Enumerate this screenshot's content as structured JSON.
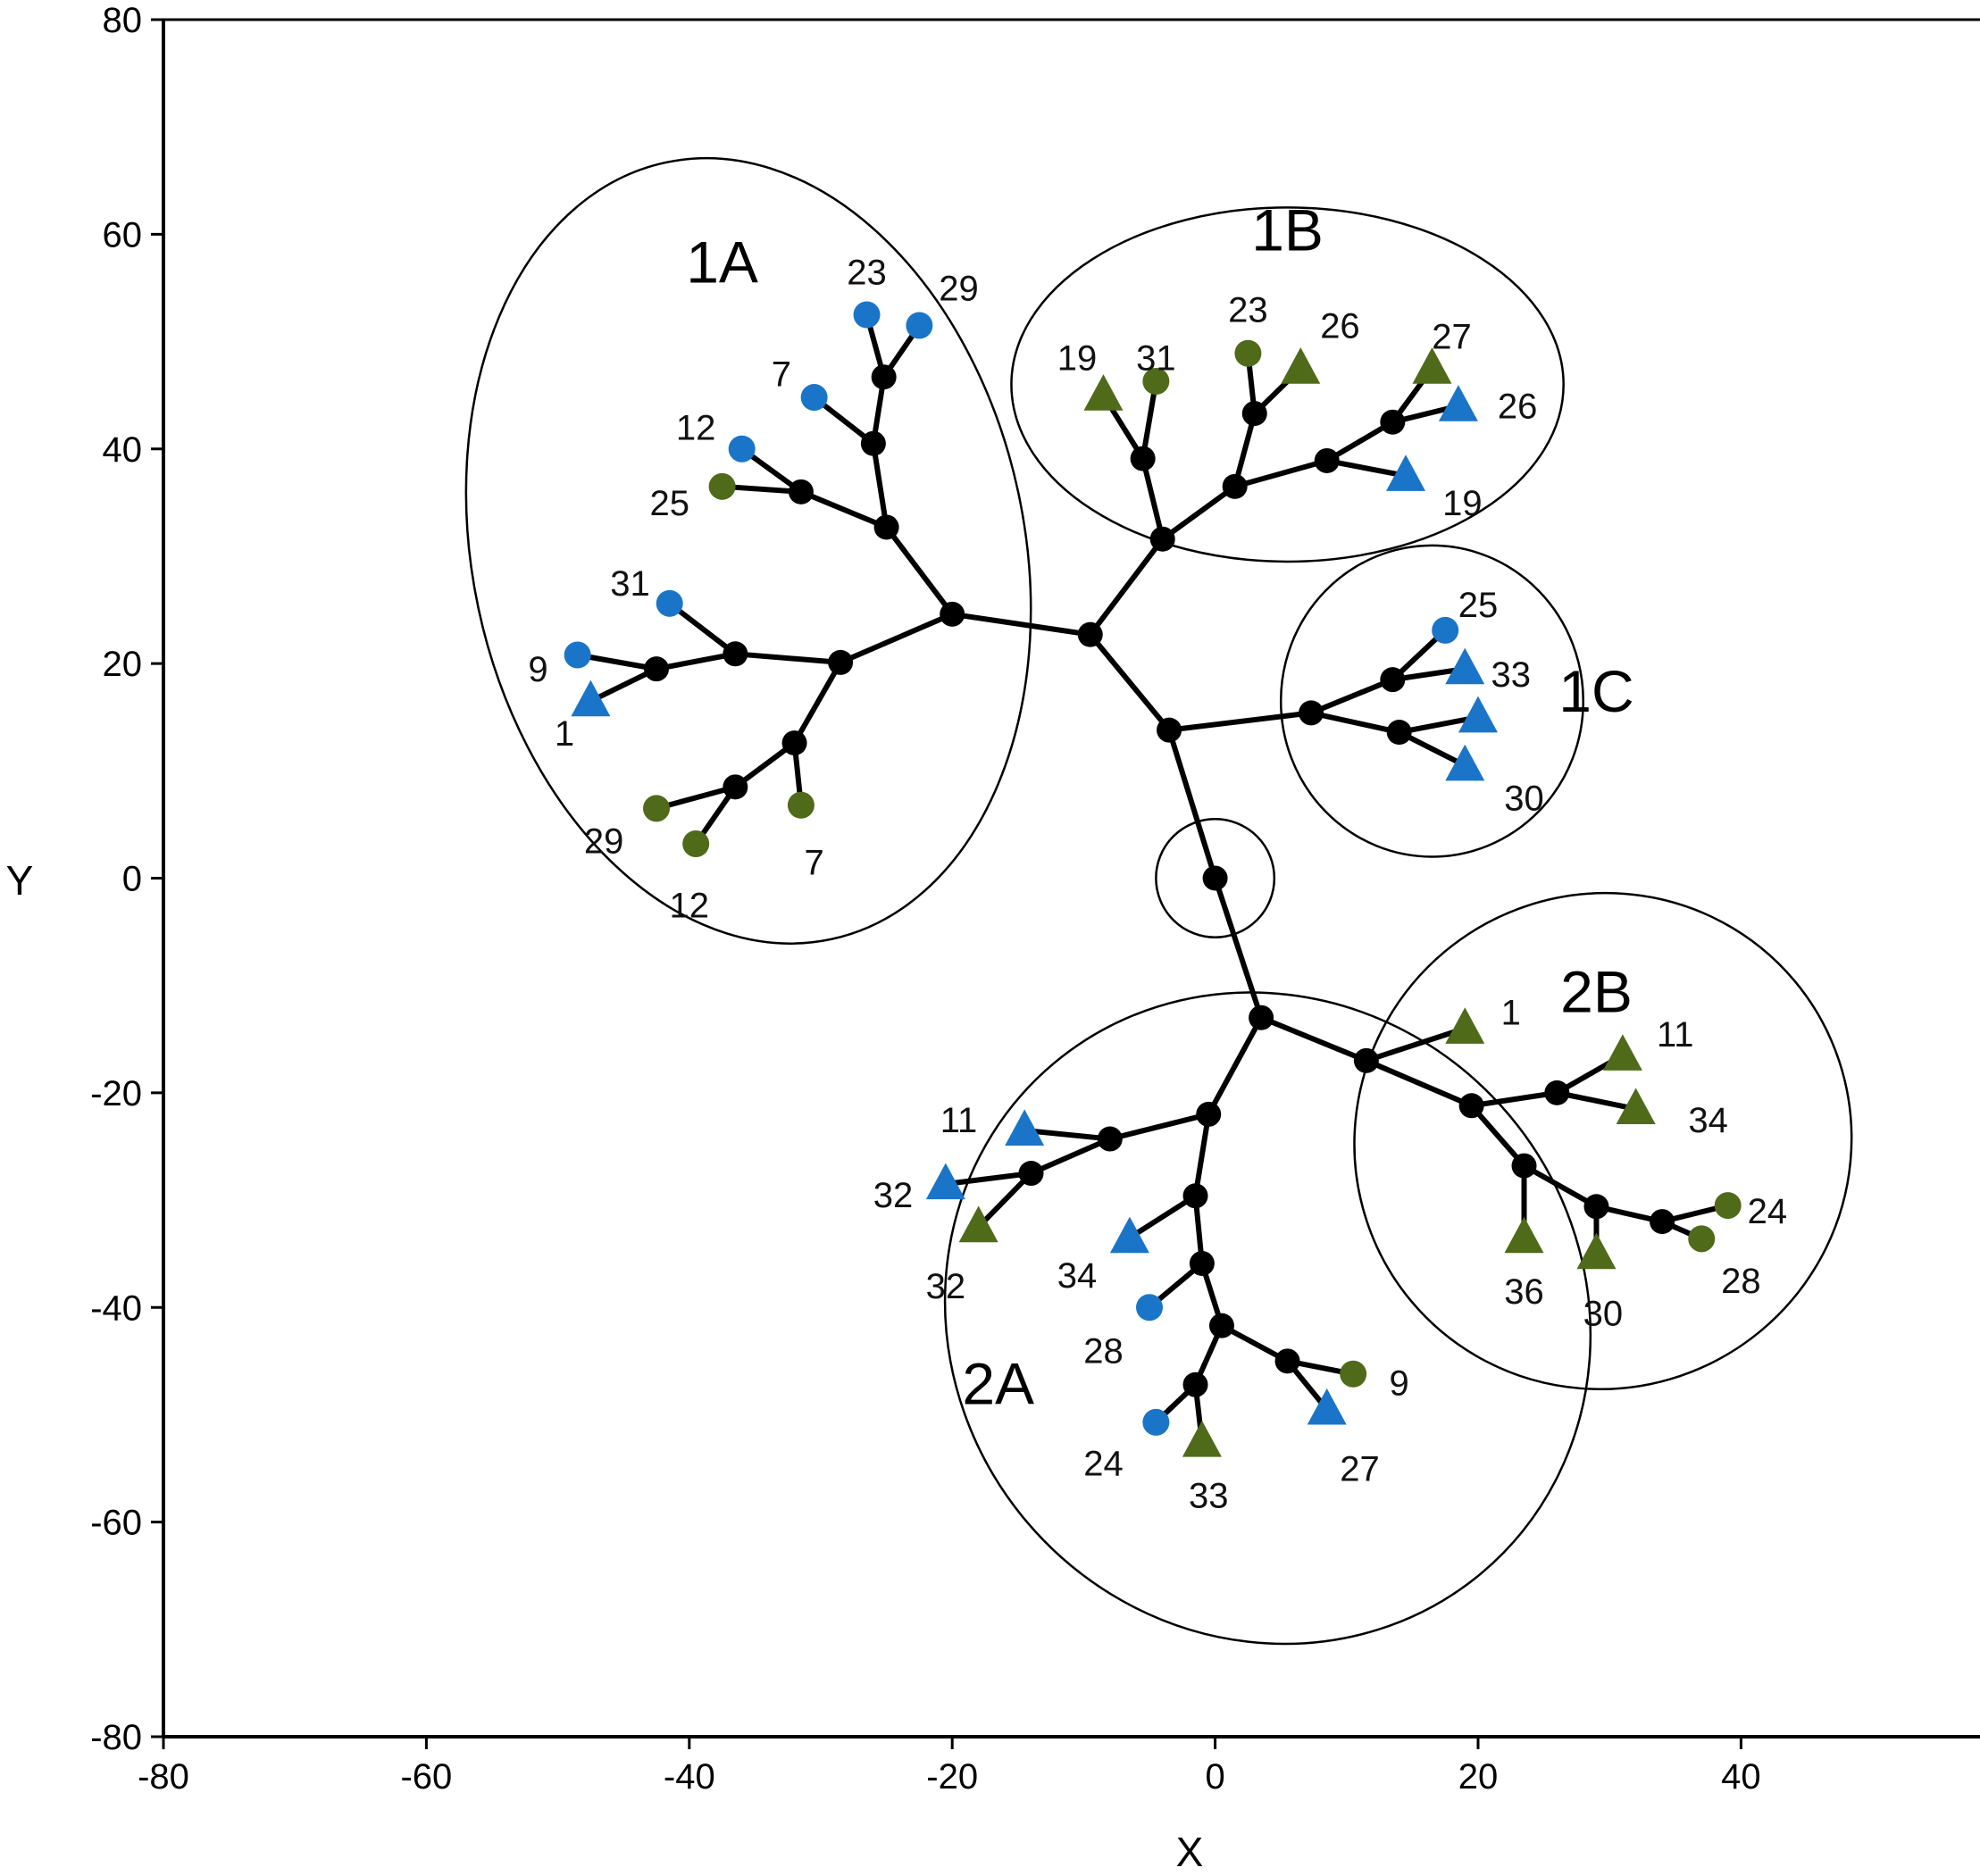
{
  "chart_data": {
    "type": "scatter",
    "xlabel": "X",
    "ylabel": "Y",
    "xlim": [
      -80,
      60
    ],
    "ylim": [
      -80,
      80
    ],
    "xticks": [
      -80,
      -60,
      -40,
      -20,
      0,
      20,
      40
    ],
    "yticks": [
      -80,
      -60,
      -40,
      -20,
      0,
      20,
      40,
      60,
      80
    ],
    "grid": false,
    "colors": {
      "blue": "#1a75c9",
      "green": "#4f6b1a",
      "node": "#000000"
    },
    "nodes": {
      "root": [
        0,
        0
      ],
      "u1": [
        -3.5,
        13.8
      ],
      "n2": [
        -9.5,
        22.7
      ],
      "n3": [
        -20,
        24.6
      ],
      "n4": [
        -25,
        32.7
      ],
      "n5": [
        -26,
        40.5
      ],
      "n6": [
        -25.2,
        46.7
      ],
      "n7": [
        -31.5,
        36
      ],
      "n8": [
        -28.5,
        20.1
      ],
      "n9": [
        -36.5,
        20.9
      ],
      "n10": [
        -42.5,
        19.5
      ],
      "n11": [
        -32,
        12.6
      ],
      "n12": [
        -36.5,
        8.5
      ],
      "n13": [
        -4,
        31.6
      ],
      "n14": [
        -5.5,
        39.1
      ],
      "n15": [
        1.5,
        36.5
      ],
      "n16": [
        3,
        43.3
      ],
      "n17": [
        8.5,
        38.9
      ],
      "n18": [
        13.5,
        42.5
      ],
      "n19": [
        7.3,
        15.4
      ],
      "n20": [
        13.5,
        18.5
      ],
      "n21": [
        14,
        13.6
      ],
      "d1": [
        3.5,
        -13
      ],
      "e1": [
        11.5,
        -17
      ],
      "e2": [
        19.5,
        -21.2
      ],
      "e3": [
        26,
        -20
      ],
      "e4": [
        23.5,
        -26.8
      ],
      "e5": [
        29,
        -30.6
      ],
      "e6": [
        34,
        -32
      ],
      "f1": [
        -0.5,
        -22
      ],
      "f2": [
        -8,
        -24.3
      ],
      "f3": [
        -14,
        -27.5
      ],
      "f4": [
        -1.5,
        -29.6
      ],
      "f5": [
        -1,
        -35.9
      ],
      "f6": [
        0.5,
        -41.7
      ],
      "f7": [
        -1.5,
        -47.2
      ],
      "f8": [
        5.5,
        -45
      ]
    },
    "edges": [
      [
        "root",
        "u1"
      ],
      [
        "u1",
        "n2"
      ],
      [
        "n2",
        "n3"
      ],
      [
        "n3",
        "n4"
      ],
      [
        "n4",
        "n5"
      ],
      [
        "n5",
        "n6"
      ],
      [
        "n4",
        "n7"
      ],
      [
        "n3",
        "n8"
      ],
      [
        "n8",
        "n9"
      ],
      [
        "n9",
        "n10"
      ],
      [
        "n8",
        "n11"
      ],
      [
        "n11",
        "n12"
      ],
      [
        "n2",
        "n13"
      ],
      [
        "n13",
        "n14"
      ],
      [
        "n13",
        "n15"
      ],
      [
        "n15",
        "n16"
      ],
      [
        "n15",
        "n17"
      ],
      [
        "n17",
        "n18"
      ],
      [
        "u1",
        "n19"
      ],
      [
        "n19",
        "n20"
      ],
      [
        "n19",
        "n21"
      ],
      [
        "root",
        "d1"
      ],
      [
        "d1",
        "e1"
      ],
      [
        "e1",
        "e2"
      ],
      [
        "e2",
        "e3"
      ],
      [
        "e2",
        "e4"
      ],
      [
        "e4",
        "e5"
      ],
      [
        "e5",
        "e6"
      ],
      [
        "d1",
        "f1"
      ],
      [
        "f1",
        "f2"
      ],
      [
        "f2",
        "f3"
      ],
      [
        "f1",
        "f4"
      ],
      [
        "f4",
        "f5"
      ],
      [
        "f5",
        "f6"
      ],
      [
        "f6",
        "f7"
      ],
      [
        "f6",
        "f8"
      ]
    ],
    "leaves": [
      {
        "label": "23",
        "shape": "circle",
        "color": "blue",
        "x": -26.5,
        "y": 52.5,
        "parent": "n6",
        "lx": -26.5,
        "ly": 56.5
      },
      {
        "label": "29",
        "shape": "circle",
        "color": "blue",
        "x": -22.5,
        "y": 51.5,
        "parent": "n6",
        "lx": -19.5,
        "ly": 55
      },
      {
        "label": "7",
        "shape": "circle",
        "color": "blue",
        "x": -30.5,
        "y": 44.8,
        "parent": "n5",
        "lx": -33,
        "ly": 47
      },
      {
        "label": "12",
        "shape": "circle",
        "color": "blue",
        "x": -36,
        "y": 40,
        "parent": "n7",
        "lx": -39.5,
        "ly": 42
      },
      {
        "label": "25",
        "shape": "circle",
        "color": "green",
        "x": -37.5,
        "y": 36.5,
        "parent": "n7",
        "lx": -41.5,
        "ly": 35
      },
      {
        "label": "31",
        "shape": "circle",
        "color": "blue",
        "x": -41.5,
        "y": 25.6,
        "parent": "n9",
        "lx": -44.5,
        "ly": 27.5
      },
      {
        "label": "9",
        "shape": "circle",
        "color": "blue",
        "x": -48.5,
        "y": 20.8,
        "parent": "n10",
        "lx": -51.5,
        "ly": 19.5
      },
      {
        "label": "1",
        "shape": "triangle",
        "color": "blue",
        "x": -47.5,
        "y": 16.5,
        "parent": "n10",
        "lx": -49.5,
        "ly": 13.5
      },
      {
        "label": "29",
        "shape": "circle",
        "color": "green",
        "x": -42.5,
        "y": 6.5,
        "parent": "n12",
        "lx": -46.5,
        "ly": 3.5
      },
      {
        "label": "12",
        "shape": "circle",
        "color": "green",
        "x": -39.5,
        "y": 3.2,
        "parent": "n12",
        "lx": -40,
        "ly": -2.5
      },
      {
        "label": "7",
        "shape": "circle",
        "color": "green",
        "x": -31.5,
        "y": 6.8,
        "parent": "n11",
        "lx": -30.5,
        "ly": 1.5
      },
      {
        "label": "19",
        "shape": "triangle",
        "color": "green",
        "x": -8.5,
        "y": 45,
        "parent": "n14",
        "lx": -10.5,
        "ly": 48.5
      },
      {
        "label": "31",
        "shape": "circle",
        "color": "green",
        "x": -4.5,
        "y": 46.3,
        "parent": "n14",
        "lx": -4.5,
        "ly": 48.5
      },
      {
        "label": "23",
        "shape": "circle",
        "color": "green",
        "x": 2.5,
        "y": 48.9,
        "parent": "n16",
        "lx": 2.5,
        "ly": 53
      },
      {
        "label": "26",
        "shape": "triangle",
        "color": "green",
        "x": 6.5,
        "y": 47.5,
        "parent": "n16",
        "lx": 9.5,
        "ly": 51.5
      },
      {
        "label": "27",
        "shape": "triangle",
        "color": "green",
        "x": 16.5,
        "y": 47.5,
        "parent": "n18",
        "lx": 18,
        "ly": 50.5
      },
      {
        "label": "26",
        "shape": "triangle",
        "color": "blue",
        "x": 18.5,
        "y": 44,
        "parent": "n18",
        "lx": 23,
        "ly": 44
      },
      {
        "label": "19",
        "shape": "triangle",
        "color": "blue",
        "x": 14.5,
        "y": 37.5,
        "parent": "n17",
        "lx": 18.8,
        "ly": 35
      },
      {
        "label": "25",
        "shape": "circle",
        "color": "blue",
        "x": 17.5,
        "y": 23.1,
        "parent": "n20",
        "lx": 20,
        "ly": 25.5
      },
      {
        "label": "33",
        "shape": "triangle",
        "color": "blue",
        "x": 19,
        "y": 19.5,
        "parent": "n20",
        "lx": 22.5,
        "ly": 19
      },
      {
        "label": "",
        "shape": "triangle",
        "color": "blue",
        "x": 20,
        "y": 15,
        "parent": "n21",
        "lx": 0,
        "ly": 0
      },
      {
        "label": "30",
        "shape": "triangle",
        "color": "blue",
        "x": 19,
        "y": 10.5,
        "parent": "n21",
        "lx": 23.5,
        "ly": 7.5
      },
      {
        "label": "1",
        "shape": "triangle",
        "color": "green",
        "x": 19,
        "y": -14,
        "parent": "e1",
        "lx": 22.5,
        "ly": -12.5
      },
      {
        "label": "11",
        "shape": "triangle",
        "color": "green",
        "x": 31,
        "y": -16.5,
        "parent": "e3",
        "lx": 35,
        "ly": -14.5
      },
      {
        "label": "34",
        "shape": "triangle",
        "color": "green",
        "x": 32,
        "y": -21.5,
        "parent": "e3",
        "lx": 37.5,
        "ly": -22.5
      },
      {
        "label": "36",
        "shape": "triangle",
        "color": "green",
        "x": 23.5,
        "y": -33.5,
        "parent": "e4",
        "lx": 23.5,
        "ly": -38.5
      },
      {
        "label": "30",
        "shape": "triangle",
        "color": "green",
        "x": 29,
        "y": -35,
        "parent": "e5",
        "lx": 29.5,
        "ly": -40.5
      },
      {
        "label": "24",
        "shape": "circle",
        "color": "green",
        "x": 39,
        "y": -30.5,
        "parent": "e6",
        "lx": 42,
        "ly": -31
      },
      {
        "label": "28",
        "shape": "circle",
        "color": "green",
        "x": 37,
        "y": -33.6,
        "parent": "e6",
        "lx": 40,
        "ly": -37.5
      },
      {
        "label": "11",
        "shape": "triangle",
        "color": "blue",
        "x": -14.5,
        "y": -23.5,
        "parent": "f2",
        "lx": -19.5,
        "ly": -22.5
      },
      {
        "label": "32",
        "shape": "triangle",
        "color": "blue",
        "x": -20.5,
        "y": -28.5,
        "parent": "f3",
        "lx": -24.5,
        "ly": -29.5
      },
      {
        "label": "32",
        "shape": "triangle",
        "color": "green",
        "x": -18,
        "y": -32.5,
        "parent": "f3",
        "lx": -20.5,
        "ly": -38
      },
      {
        "label": "34",
        "shape": "triangle",
        "color": "blue",
        "x": -6.5,
        "y": -33.5,
        "parent": "f4",
        "lx": -10.5,
        "ly": -37
      },
      {
        "label": "28",
        "shape": "circle",
        "color": "blue",
        "x": -5,
        "y": -40,
        "parent": "f5",
        "lx": -8.5,
        "ly": -44
      },
      {
        "label": "24",
        "shape": "circle",
        "color": "blue",
        "x": -4.5,
        "y": -50.7,
        "parent": "f7",
        "lx": -8.5,
        "ly": -54.5
      },
      {
        "label": "33",
        "shape": "triangle",
        "color": "green",
        "x": -1,
        "y": -52.5,
        "parent": "f7",
        "lx": -0.5,
        "ly": -57.5
      },
      {
        "label": "9",
        "shape": "circle",
        "color": "green",
        "x": 10.5,
        "y": -46.2,
        "parent": "f8",
        "lx": 14,
        "ly": -47
      },
      {
        "label": "27",
        "shape": "triangle",
        "color": "blue",
        "x": 8.5,
        "y": -49.5,
        "parent": "f8",
        "lx": 11,
        "ly": -55
      }
    ],
    "clusters": [
      {
        "label": "1A",
        "cx": -35.5,
        "cy": 30.5,
        "rx": 21,
        "ry": 37,
        "rot": -12,
        "lx": -37.5,
        "ly": 55.5
      },
      {
        "label": "1B",
        "cx": 5.5,
        "cy": 46,
        "rx": 21,
        "ry": 16.5,
        "rot": 0,
        "lx": 5.5,
        "ly": 58.5
      },
      {
        "label": "1C",
        "cx": 16.5,
        "cy": 16.5,
        "rx": 11.5,
        "ry": 14.5,
        "rot": 0,
        "lx": 29,
        "ly": 15.5
      },
      {
        "label": "2A",
        "cx": 4,
        "cy": -41,
        "rx": 24,
        "ry": 31,
        "rot": -40,
        "lx": -16.5,
        "ly": -49
      },
      {
        "label": "2B",
        "cx": 29.5,
        "cy": -24.5,
        "rx": 19,
        "ry": 23,
        "rot": -40,
        "lx": 29,
        "ly": -12.5
      }
    ],
    "root_ring": {
      "x": 0,
      "y": 0,
      "r": 4.5
    }
  }
}
